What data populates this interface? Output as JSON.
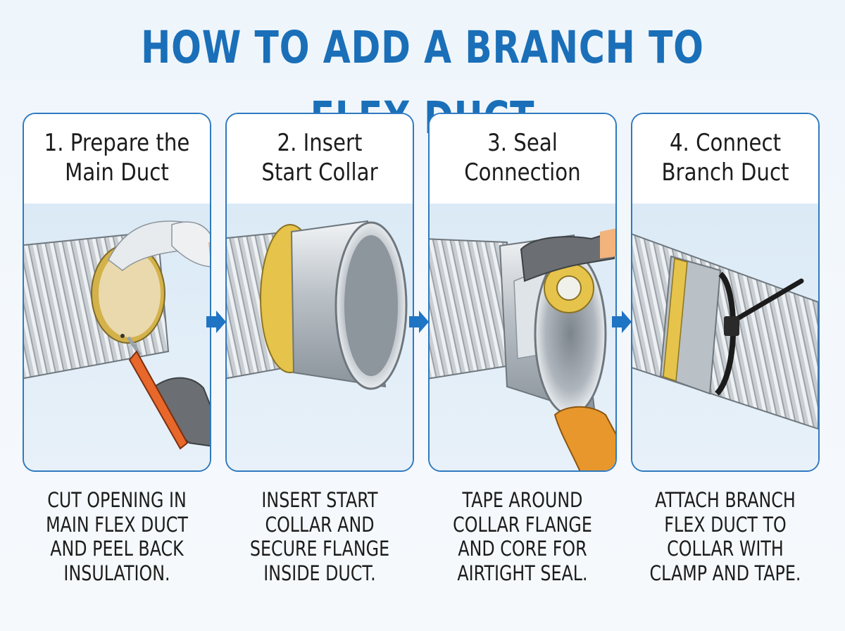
{
  "title": "HOW TO ADD A BRANCH TO FLEX DUCT",
  "colors": {
    "title_blue": "#1a6fb8",
    "panel_border": "#2f7ac0",
    "arrow_blue": "#1f74c4",
    "tape_yellow": "#e6c34a",
    "glove_gray": "#6b6e72",
    "glove_orange": "#e8972c",
    "knife_orange": "#e8672a"
  },
  "steps": [
    {
      "heading_lines": [
        "1. Prepare the",
        "Main Duct"
      ],
      "caption_lines": [
        "CUT OPENING IN",
        "MAIN FLEX DUCT",
        "AND PEEL BACK",
        "INSULATION."
      ],
      "icons": [
        "flex-duct-icon",
        "insulation-icon",
        "utility-knife-icon",
        "gloved-hand-icon"
      ]
    },
    {
      "heading_lines": [
        "2. Insert",
        "Start Collar"
      ],
      "caption_lines": [
        "INSERT START",
        "COLLAR AND",
        "SECURE FLANGE",
        "INSIDE DUCT."
      ],
      "icons": [
        "flex-duct-icon",
        "start-collar-icon"
      ]
    },
    {
      "heading_lines": [
        "3. Seal",
        "Connection"
      ],
      "caption_lines": [
        "TAPE AROUND",
        "COLLAR FLANGE",
        "AND CORE FOR",
        "AIRTIGHT SEAL."
      ],
      "icons": [
        "flex-duct-icon",
        "start-collar-icon",
        "tape-roll-icon",
        "gloved-hand-icon"
      ]
    },
    {
      "heading_lines": [
        "4. Connect",
        "Branch Duct"
      ],
      "caption_lines": [
        "ATTACH BRANCH",
        "FLEX DUCT TO",
        "COLLAR WITH",
        "CLAMP AND TAPE."
      ],
      "icons": [
        "flex-duct-icon",
        "zip-tie-clamp-icon",
        "tape-band-icon"
      ]
    }
  ],
  "arrow_icon": "right-arrow-icon"
}
